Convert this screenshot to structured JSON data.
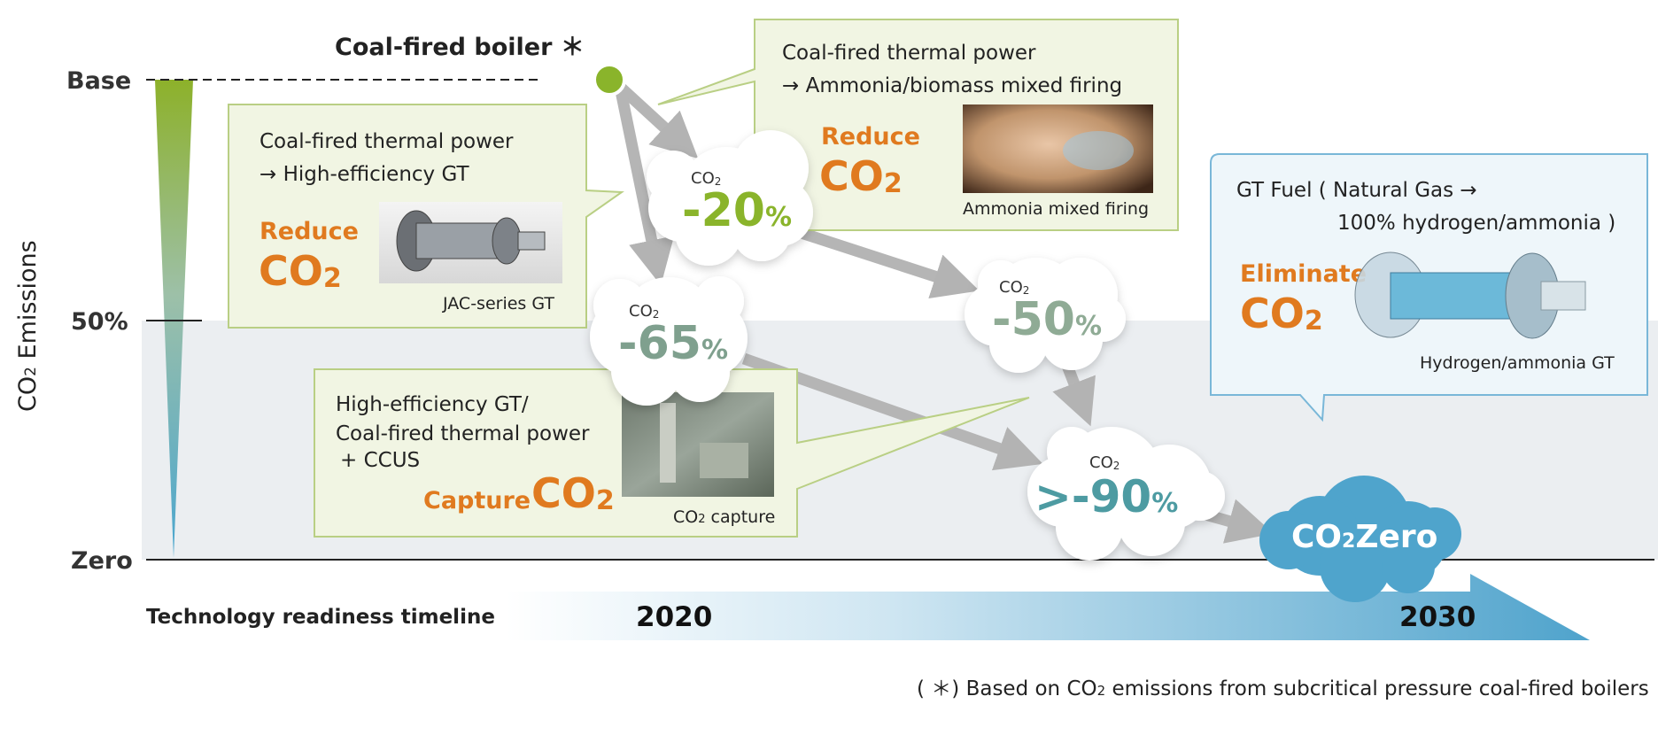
{
  "axis": {
    "y_title_prefix": "CO",
    "y_title_sub": "2",
    "y_title_suffix": " Emissions",
    "levels": {
      "base": "Base",
      "half": "50%",
      "zero": "Zero"
    }
  },
  "header": {
    "boiler_label": "Coal-fired boiler ＊"
  },
  "bubbles": {
    "ammonia": {
      "line1": "Coal-fired thermal power",
      "line2": "→  Ammonia/biomass mixed firing",
      "reduce": "Reduce",
      "co": "CO",
      "sub": "2",
      "caption": "Ammonia mixed firing"
    },
    "gt": {
      "line1": "Coal-fired thermal power",
      "line2": "→  High-efficiency GT",
      "reduce": "Reduce",
      "co": "CO",
      "sub": "2",
      "caption": "JAC-series GT"
    },
    "ccus": {
      "line1": "High-efficiency GT/",
      "line2": "Coal-fired thermal power",
      "line3": "+ CCUS",
      "capture": "Capture",
      "co": "CO",
      "sub": "2",
      "caption_prefix": "CO",
      "caption_sub": "2",
      "caption_suffix": " capture"
    },
    "hydrogen": {
      "line1": "GT Fuel ( Natural Gas →",
      "line2": "100% hydrogen/ammonia )",
      "eliminate": "Eliminate",
      "co": "CO",
      "sub": "2",
      "caption": "Hydrogen/ammonia GT"
    }
  },
  "clouds": {
    "c20": {
      "co": "CO",
      "sub": "2",
      "value": "-20",
      "unit": "%"
    },
    "c65": {
      "co": "CO",
      "sub": "2",
      "value": "-65",
      "unit": "%"
    },
    "c50": {
      "co": "CO",
      "sub": "2",
      "value": "-50",
      "unit": "%"
    },
    "c90": {
      "co": "CO",
      "sub": "2",
      "value": ">-90",
      "unit": "%"
    },
    "zero": {
      "co": "CO",
      "sub": "2",
      "value": "Zero"
    }
  },
  "timeline": {
    "label": "Technology readiness timeline",
    "year1": "2020",
    "year2": "2030"
  },
  "footnote": {
    "prefix": "( ＊) Based on CO",
    "sub": "2",
    "suffix": " emissions from subcritical pressure coal-fired boilers"
  },
  "colors": {
    "orange": "#e07a1f",
    "green": "#8ab42b",
    "sage": "#7fa08e",
    "teal": "#4d9ba2",
    "blue": "#4fa4cc",
    "bubble_green_bg": "#f0f4e1",
    "bubble_green_border": "#b9cf84",
    "bubble_blue_bg": "#eef6fa",
    "bubble_blue_border": "#79b7d8"
  }
}
